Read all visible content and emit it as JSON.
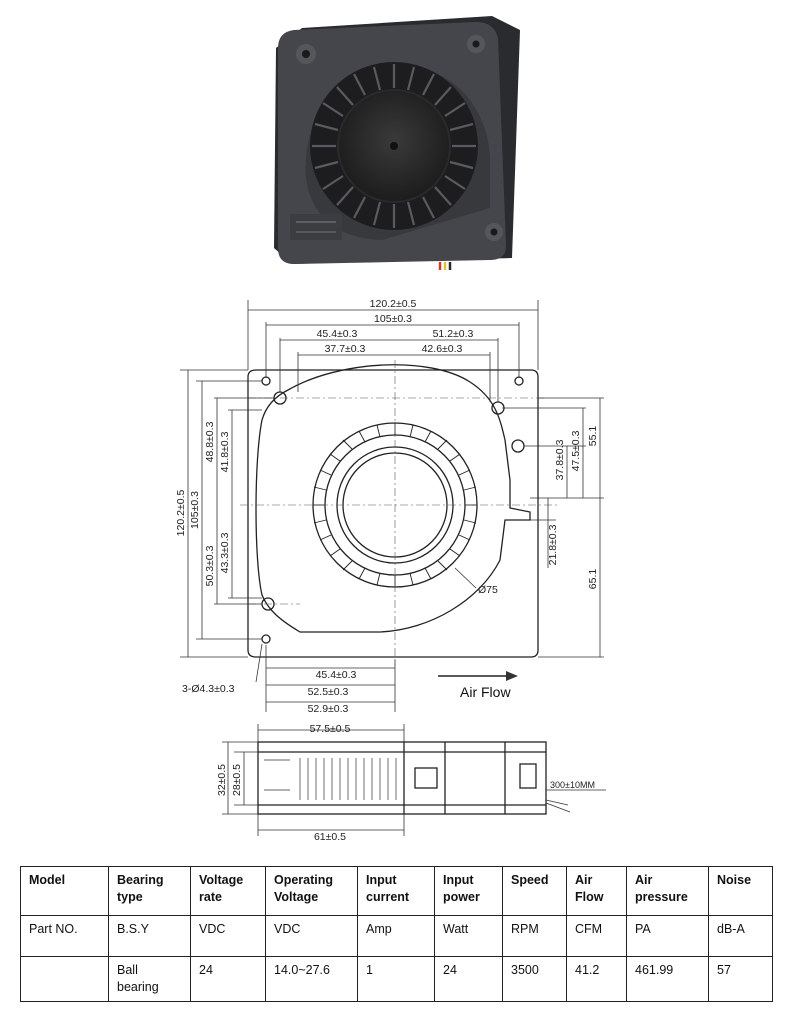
{
  "dimensions": {
    "top": [
      "120.2±0.5",
      "105±0.3",
      "45.4±0.3",
      "51.2±0.3",
      "37.7±0.3",
      "42.6±0.3"
    ],
    "left": [
      "120.2±0.5",
      "105±0.3",
      "48.8±0.3",
      "41.8±0.3",
      "50.3±0.3",
      "43.3±0.3"
    ],
    "right": [
      "55.1",
      "47.5±0.3",
      "37.8±0.3",
      "21.8±0.3",
      "65.1"
    ],
    "bottom": [
      "45.4±0.3",
      "52.5±0.3",
      "52.9±0.3"
    ],
    "hole": "3-Ø4.3±0.3",
    "diameter": "Ø75",
    "side": [
      "57.5±0.5",
      "61±0.5",
      "28±0.5",
      "32±0.5",
      "300±10MM"
    ]
  },
  "airflow_label": "Air Flow",
  "table": {
    "headers": [
      "Model",
      "Bearing type",
      "Voltage rate",
      "Operating Voltage",
      "Input current",
      "Input power",
      "Speed",
      "Air Flow",
      "Air pressure",
      "Noise"
    ],
    "rows": [
      [
        "Part NO.",
        "B.S.Y",
        "VDC",
        "VDC",
        "Amp",
        "Watt",
        "RPM",
        "CFM",
        "PA",
        "dB-A"
      ],
      [
        "",
        "Ball bearing",
        "24",
        "14.0~27.6",
        "1",
        "24",
        "3500",
        "41.2",
        "461.99",
        "57"
      ]
    ]
  }
}
